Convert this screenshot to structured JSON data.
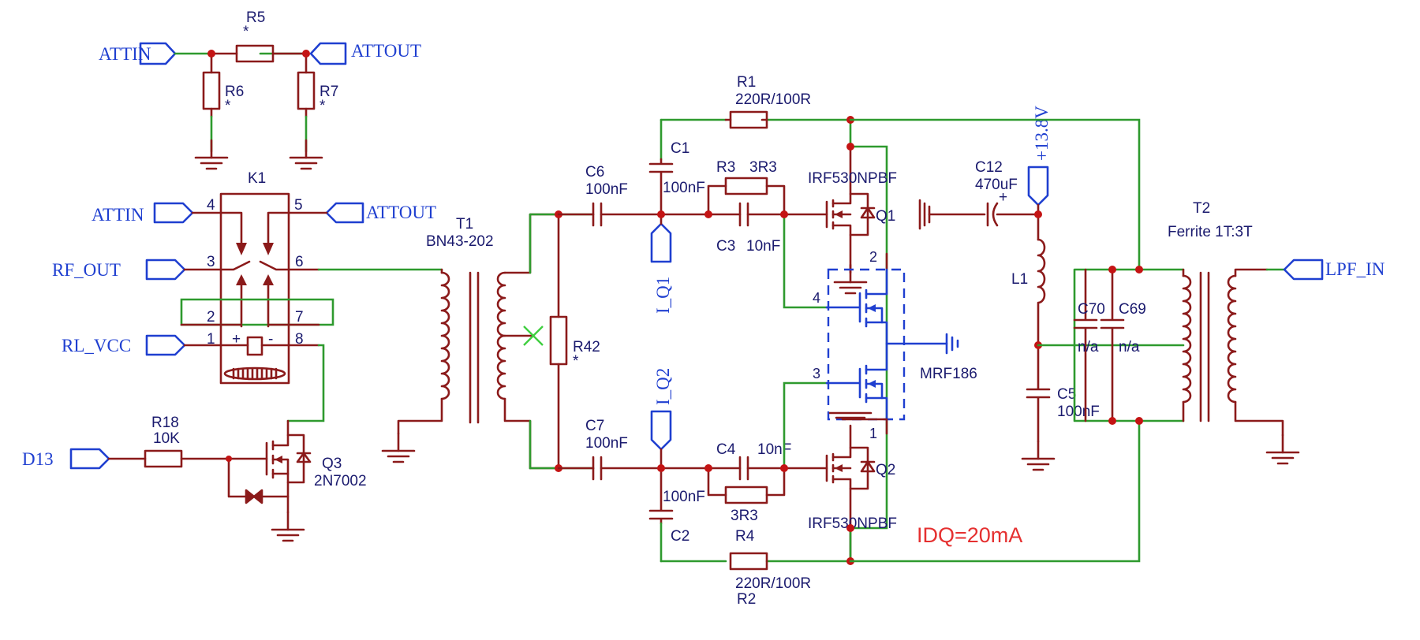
{
  "nets": {
    "attin": "ATTIN",
    "attout": "ATTOUT",
    "rf_out": "RF_OUT",
    "rl_vcc": "RL_VCC",
    "d13": "D13",
    "lpf_in": "LPF_IN",
    "i_q1": "I_Q1",
    "i_q2": "I_Q2",
    "vcc": "+13.8V"
  },
  "components": {
    "R5": {
      "ref": "R5",
      "value": "*"
    },
    "R6": {
      "ref": "R6",
      "value": "*"
    },
    "R7": {
      "ref": "R7",
      "value": "*"
    },
    "K1": {
      "ref": "K1",
      "pins": [
        "4",
        "5",
        "3",
        "6",
        "2",
        "7",
        "1",
        "8"
      ],
      "plus": "+",
      "minus": "-"
    },
    "T1": {
      "ref": "T1",
      "value": "BN43-202"
    },
    "R42": {
      "ref": "R42",
      "value": "*"
    },
    "R18": {
      "ref": "R18",
      "value": "10K"
    },
    "Q3": {
      "ref": "Q3",
      "value": "2N7002"
    },
    "C6": {
      "ref": "C6",
      "value": "100nF"
    },
    "C7": {
      "ref": "C7",
      "value": "100nF"
    },
    "C1": {
      "ref": "C1",
      "value": "100nF"
    },
    "C2": {
      "ref": "C2",
      "value": "100nF"
    },
    "R1": {
      "ref": "R1",
      "value": "220R/100R"
    },
    "R2": {
      "ref": "R2",
      "value": "220R/100R"
    },
    "R3": {
      "ref": "R3",
      "value": "3R3"
    },
    "R4": {
      "ref": "R4",
      "value": "3R3"
    },
    "C3": {
      "ref": "C3",
      "value": "10nF"
    },
    "C4": {
      "ref": "C4",
      "value": "10nF"
    },
    "Q1": {
      "ref": "Q1",
      "value": "IRF530NPBF"
    },
    "Q2": {
      "ref": "Q2",
      "value": "IRF530NPBF"
    },
    "MRF": {
      "value": "MRF186",
      "pins": [
        "2",
        "4",
        "3",
        "1"
      ]
    },
    "C12": {
      "ref": "C12",
      "value": "470uF",
      "plus": "+"
    },
    "L1": {
      "ref": "L1"
    },
    "C70": {
      "ref": "C70",
      "value": "n/a"
    },
    "C69": {
      "ref": "C69",
      "value": "n/a"
    },
    "C5": {
      "ref": "C5",
      "value": "100nF"
    },
    "T2": {
      "ref": "T2",
      "value": "Ferrite 1T:3T"
    }
  },
  "note": "IDQ=20mA",
  "colors": {
    "wire": "#2e9a2e",
    "component": "#8b1a1a",
    "net_port": "#1f3fd0",
    "junction": "#c41414",
    "note": "#e53030"
  }
}
